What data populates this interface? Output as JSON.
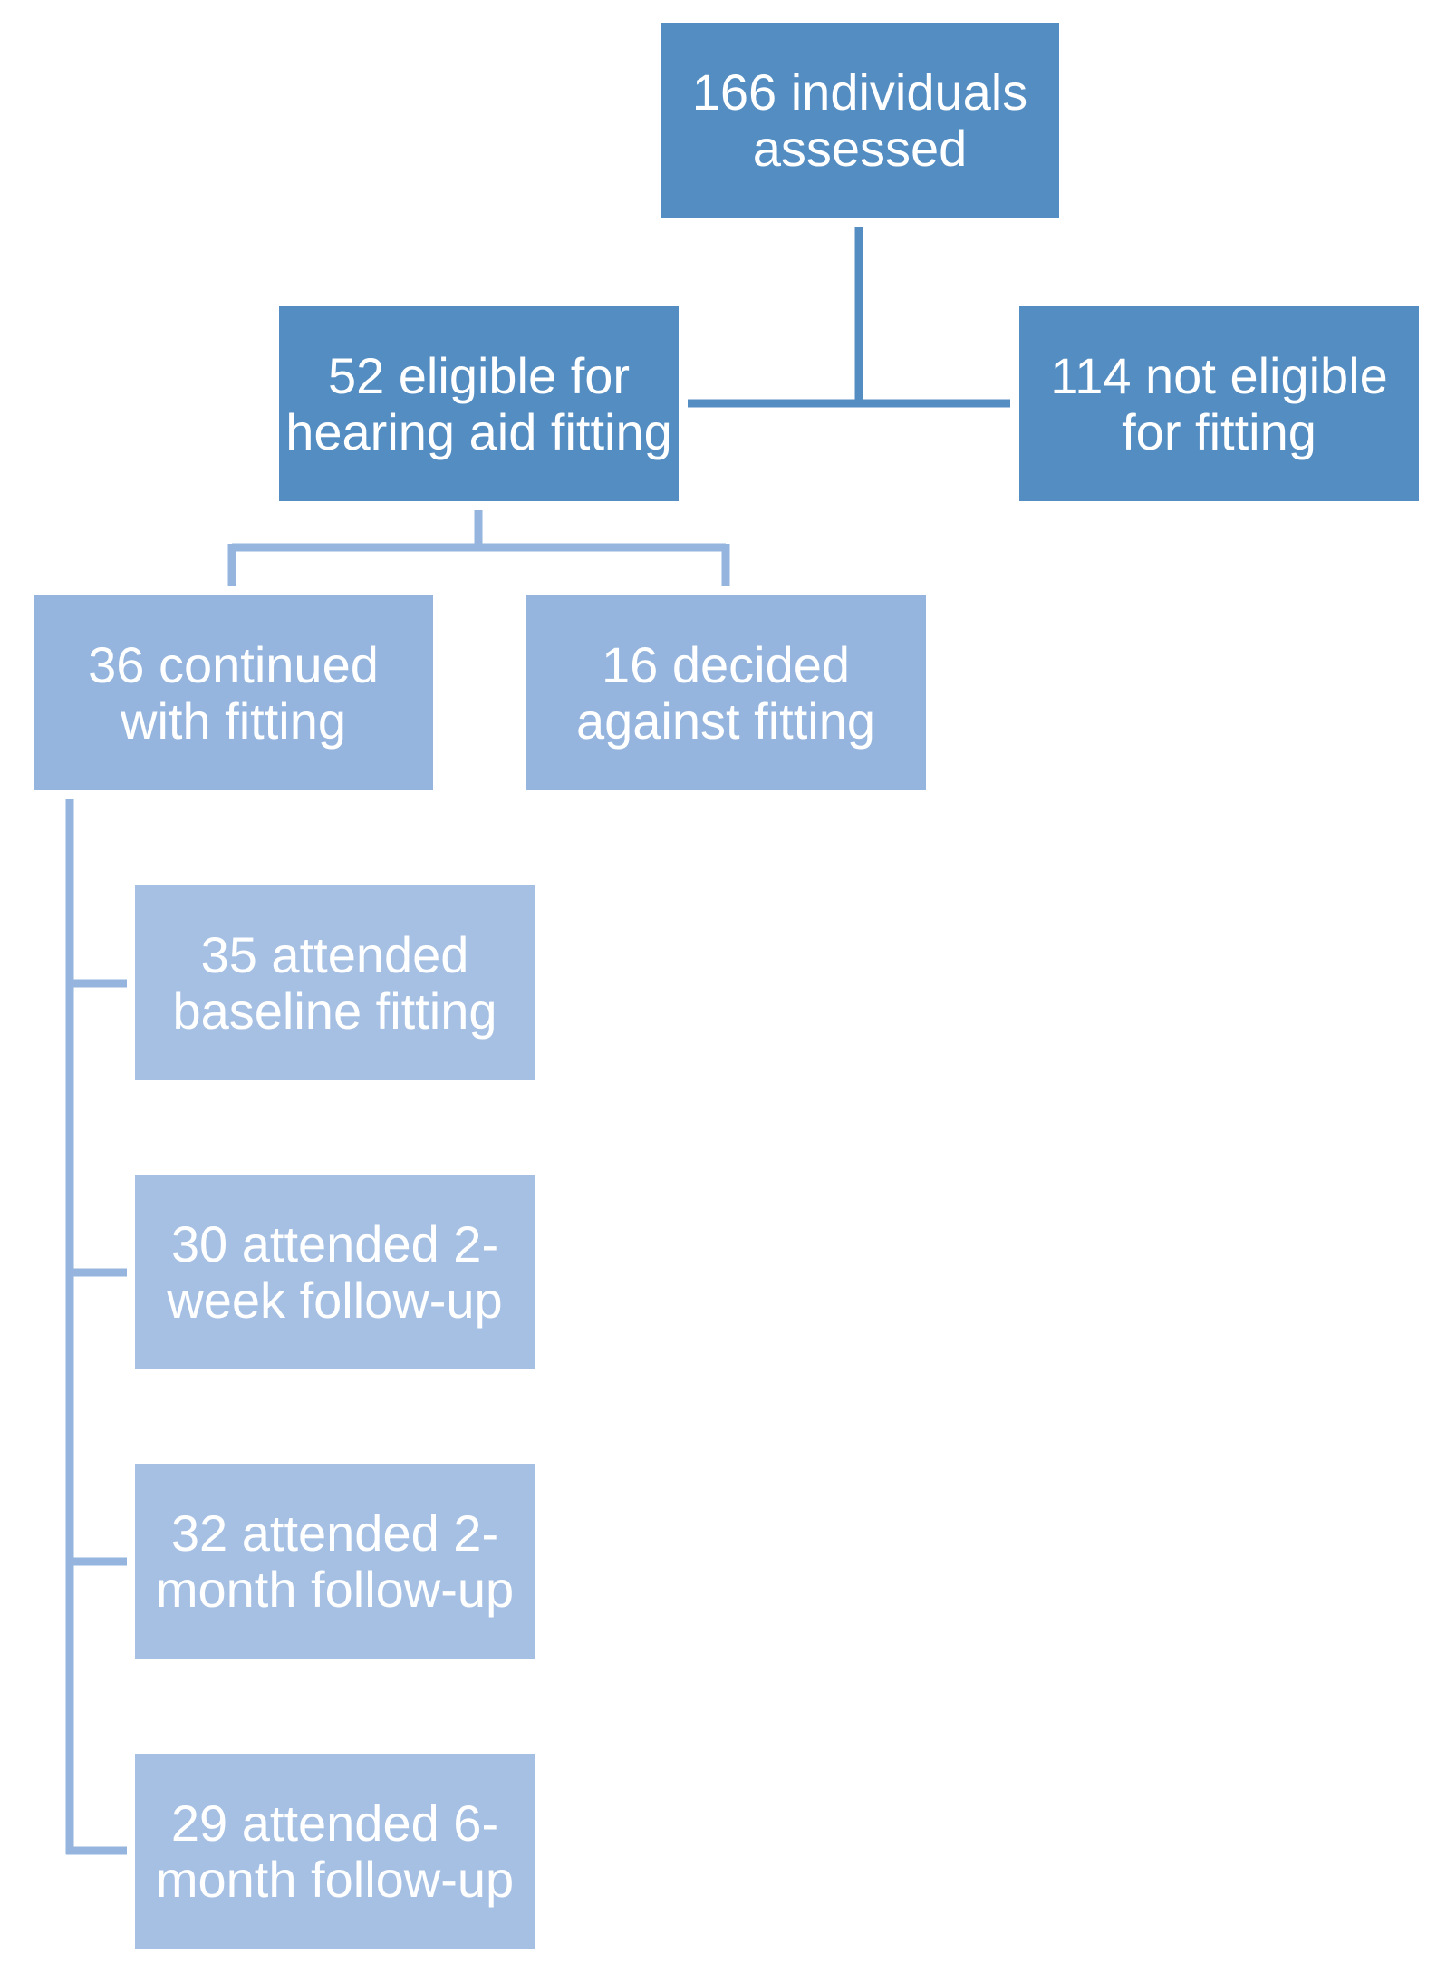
{
  "nodes": {
    "assessed": {
      "line1": "166 individuals",
      "line2": "assessed"
    },
    "eligible": {
      "line1": "52 eligible for",
      "line2": "hearing aid fitting"
    },
    "not_eligible": {
      "line1": "114 not eligible",
      "line2": "for fitting"
    },
    "continued": {
      "line1": "36 continued",
      "line2": "with fitting"
    },
    "declined": {
      "line1": "16 decided",
      "line2": "against fitting"
    },
    "baseline": {
      "line1": "35 attended",
      "line2": "baseline fitting"
    },
    "two_week": {
      "line1": "30 attended 2-",
      "line2": "week follow-up"
    },
    "two_month": {
      "line1": "32 attended 2-",
      "line2": "month follow-up"
    },
    "six_month": {
      "line1": "29 attended 6-",
      "line2": "month follow-up"
    }
  },
  "colors": {
    "level1": "#548dc2",
    "level2": "#95b5de",
    "level3": "#a6c0e4",
    "connector_dark": "#548dc2",
    "connector_light": "#95b5de",
    "text": "#ffffff"
  }
}
